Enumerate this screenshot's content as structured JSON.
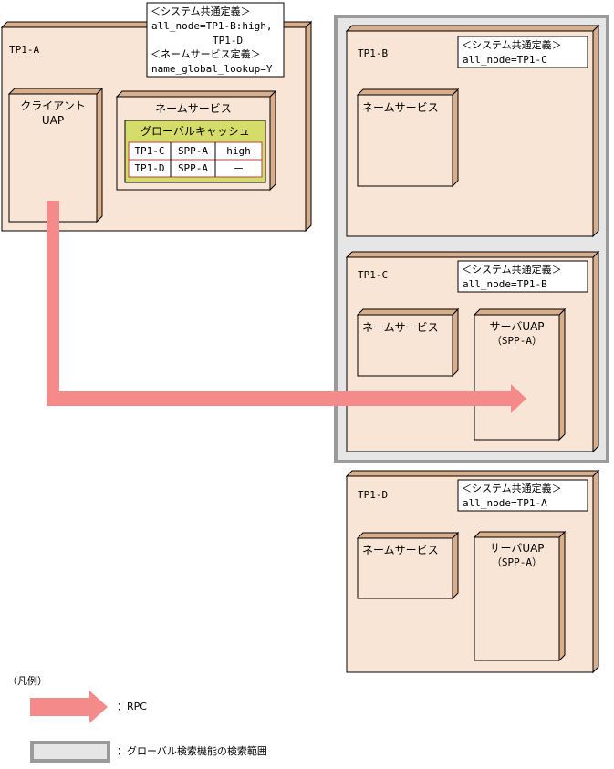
{
  "node_a": {
    "name": "TP1-A",
    "config_title_1": "＜システム共通定義＞",
    "config_line_1a": "all_node=TP1-B:high,",
    "config_line_1b": "TP1-D",
    "config_title_2": "＜ネームサービス定義＞",
    "config_line_2": "name_global_lookup=Y",
    "client_line1": "クライアント",
    "client_line2": "UAP",
    "name_service": "ネームサービス",
    "cache_title": "グローバルキャッシュ",
    "cache_rows": [
      [
        "TP1-C",
        "SPP-A",
        "high"
      ],
      [
        "TP1-D",
        "SPP-A",
        "－"
      ]
    ]
  },
  "node_b": {
    "name": "TP1-B",
    "config_title": "＜システム共通定義＞",
    "config_line": "all_node=TP1-C",
    "name_service": "ネームサービス"
  },
  "node_c": {
    "name": "TP1-C",
    "config_title": "＜システム共通定義＞",
    "config_line": "all_node=TP1-B",
    "name_service": "ネームサービス",
    "server_line1": "サーバUAP",
    "server_line2": "（SPP-A）"
  },
  "node_d": {
    "name": "TP1-D",
    "config_title": "＜システム共通定義＞",
    "config_line": "all_node=TP1-A",
    "name_service": "ネームサービス",
    "server_line1": "サーバUAP",
    "server_line2": "（SPP-A）"
  },
  "legend": {
    "title": "（凡例）",
    "rpc": "：RPC",
    "scope": "：グローバル検索機能の検索範囲"
  },
  "colors": {
    "node_fill": "#f8e5d5",
    "node_side": "#d9ae8a",
    "cache_fill": "#d6dc6a",
    "arrow": "#f48a8a",
    "scope_fill": "#e6e6e6",
    "scope_border": "#9a9a9a"
  }
}
